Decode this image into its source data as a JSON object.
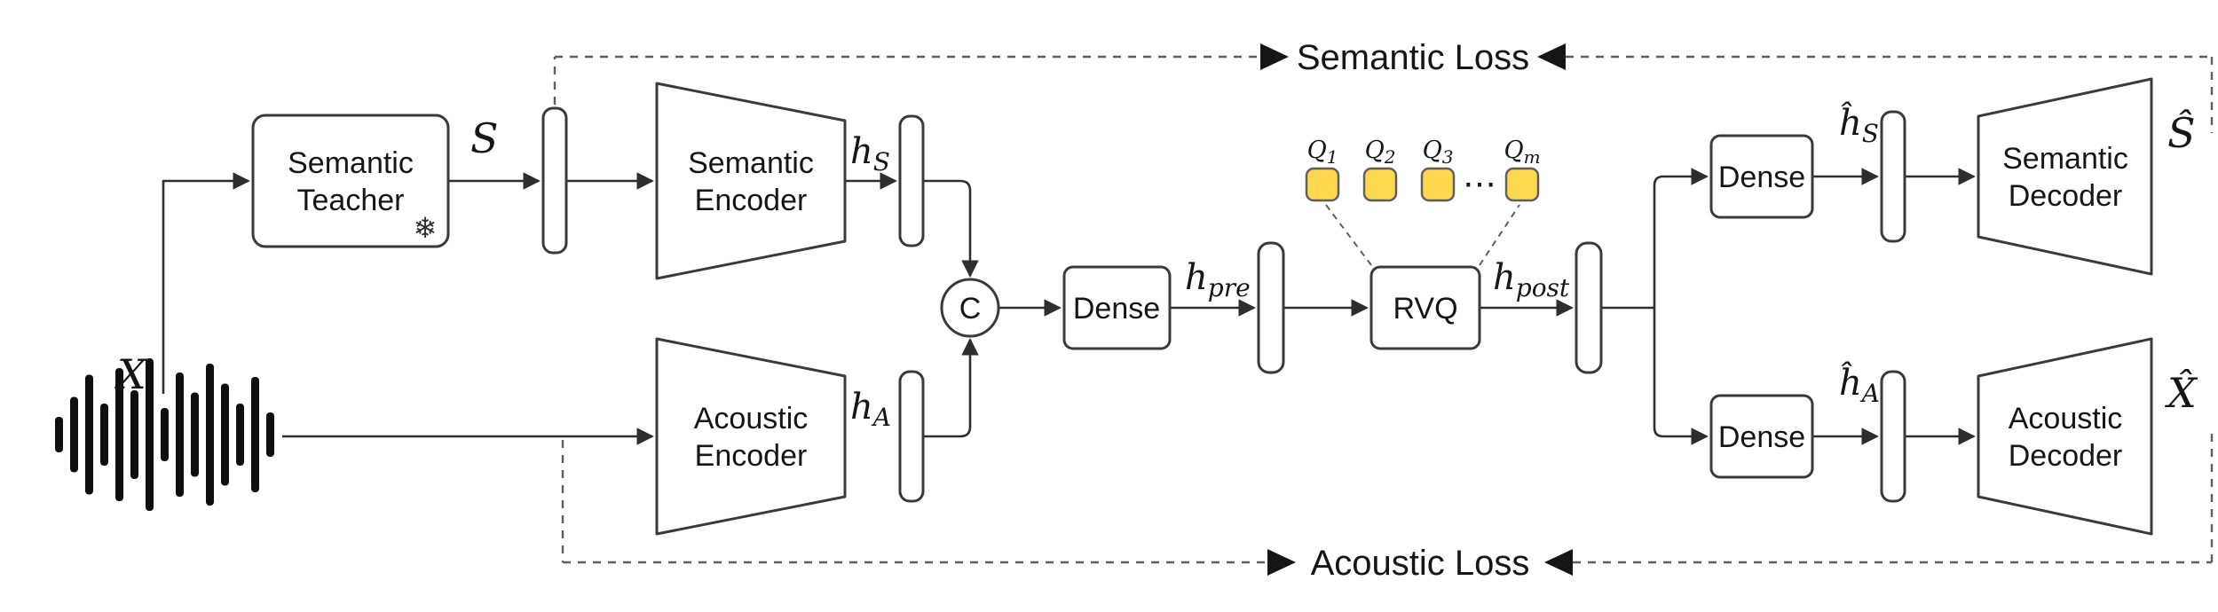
{
  "colors": {
    "line": "#2e2e2e",
    "dashed": "#5f5f5f",
    "box_stroke": "#3a3a3a",
    "text": "#161616",
    "quantizer_fill": "#ffd84d",
    "quantizer_stroke": "#5f5f5f",
    "waveform": "#0f0f0f"
  },
  "nodes": {
    "input_label": "X",
    "semantic_teacher": {
      "line1": "Semantic",
      "line2": "Teacher"
    },
    "frozen_icon": "❄",
    "s_label": "S",
    "semantic_encoder": {
      "line1": "Semantic",
      "line2": "Encoder"
    },
    "acoustic_encoder": {
      "line1": "Acoustic",
      "line2": "Encoder"
    },
    "h_s": {
      "base": "h",
      "sub": "S"
    },
    "h_a": {
      "base": "h",
      "sub": "A"
    },
    "concat": "C",
    "dense": "Dense",
    "h_pre": {
      "base": "h",
      "sub": "pre"
    },
    "rvq": "RVQ",
    "h_post": {
      "base": "h",
      "sub": "post"
    },
    "q1": {
      "base": "Q",
      "sub": "1"
    },
    "q2": {
      "base": "Q",
      "sub": "2"
    },
    "q3": {
      "base": "Q",
      "sub": "3"
    },
    "qm": {
      "base": "Q",
      "sub": "m"
    },
    "q_ellipsis": "⋯",
    "dense_semantic": "Dense",
    "dense_acoustic": "Dense",
    "h_hat_s": {
      "base": "ĥ",
      "sub": "S"
    },
    "h_hat_a": {
      "base": "ĥ",
      "sub": "A"
    },
    "semantic_decoder": {
      "line1": "Semantic",
      "line2": "Decoder"
    },
    "acoustic_decoder": {
      "line1": "Acoustic",
      "line2": "Decoder"
    },
    "s_hat_label": "Ŝ",
    "x_hat_label": "X̂"
  },
  "losses": {
    "semantic": "Semantic Loss",
    "acoustic": "Acoustic Loss"
  }
}
